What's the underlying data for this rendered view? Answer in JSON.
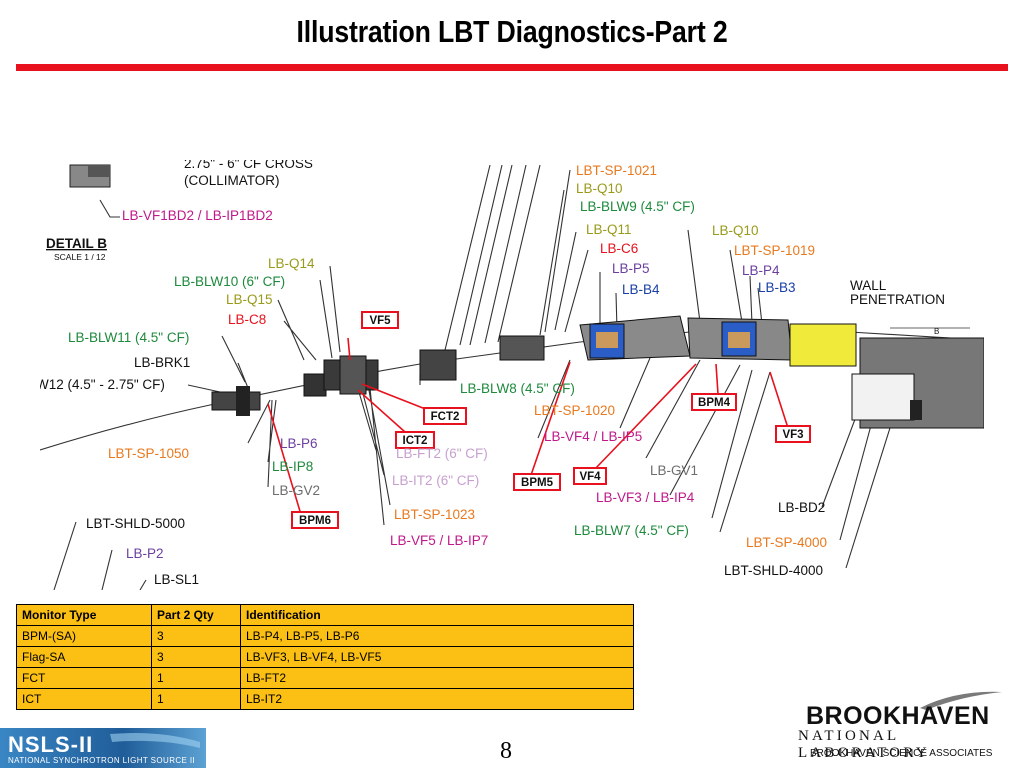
{
  "slide": {
    "title": "Illustration LBT Diagnostics-Part 2",
    "page_number": "8",
    "accent_color": "#e8111d",
    "table_color": "#fbc013"
  },
  "diagram": {
    "detail": {
      "cross_line1": "2.75\" - 6\" CF CROSS",
      "cross_line2": "(COLLIMATOR)",
      "vf1bd2": "LB-VF1BD2 / LB-IP1BD2",
      "detail_b": "DETAIL  B",
      "scale": "SCALE 1 / 12"
    },
    "labels": {
      "sp1021": "LBT-SP-1021",
      "q10_top": "LB-Q10",
      "blw9": "LB-BLW9 (4.5\" CF)",
      "q11": "LB-Q11",
      "c6": "LB-C6",
      "p5": "LB-P5",
      "b4": "LB-B4",
      "q10_right": "LB-Q10",
      "sp1019": "LBT-SP-1019",
      "p4": "LB-P4",
      "b3": "LB-B3",
      "wall1": "WALL",
      "wall2": "PENETRATION",
      "q14": "LB-Q14",
      "blw10": "LB-BLW10 (6\" CF)",
      "q15": "LB-Q15",
      "c8": "LB-C8",
      "blw11": "LB-BLW11 (4.5\" CF)",
      "brk1": "LB-BRK1",
      "w12": "W12 (4.5\" - 2.75\" CF)",
      "sp1050": "LBT-SP-1050",
      "p6": "LB-P6",
      "ip8": "LB-IP8",
      "gv2": "LB-GV2",
      "ft2": "LB-FT2 (6\" CF)",
      "it2": "LB-IT2 (6\" CF)",
      "sp1023": "LBT-SP-1023",
      "vf5ip7": "LB-VF5 / LB-IP7",
      "blw8": "LB-BLW8 (4.5\" CF)",
      "sp1020": "LBT-SP-1020",
      "vf4ip5": "LB-VF4 / LB-IP5",
      "gv1": "LB-GV1",
      "vf3ip4": "LB-VF3 / LB-IP4",
      "blw7": "LB-BLW7 (4.5\" CF)",
      "bd2": "LB-BD2",
      "sp4000": "LBT-SP-4000",
      "shld4000": "LBT-SHLD-4000",
      "shld5000": "LBT-SHLD-5000",
      "p2": "LB-P2",
      "sl1": "LB-SL1",
      "b_mark": "B"
    },
    "callouts": {
      "vf5": "VF5",
      "fct2": "FCT2",
      "ict2": "ICT2",
      "bpm6": "BPM6",
      "bpm5": "BPM5",
      "vf4": "VF4",
      "bpm4": "BPM4",
      "vf3": "VF3"
    },
    "colors": {
      "orange": "#e8791e",
      "green": "#1d8a3c",
      "olive": "#9a9a1a",
      "purple": "#6b3fa0",
      "red": "#e8111d",
      "blue": "#1a3fa6",
      "magenta": "#c0188a",
      "gray": "#6d6d6d",
      "yellow_block": "#f0ea3a"
    }
  },
  "table": {
    "headers": [
      "Monitor Type",
      "Part 2 Qty",
      "Identification"
    ],
    "rows": [
      [
        "BPM-(SA)",
        "3",
        "LB-P4, LB-P5, LB-P6"
      ],
      [
        "Flag-SA",
        "3",
        "LB-VF3, LB-VF4, LB-VF5"
      ],
      [
        "FCT",
        "1",
        "LB-FT2"
      ],
      [
        "ICT",
        "1",
        "LB-IT2"
      ]
    ]
  },
  "footer": {
    "nsls_logo": "NSLS-II",
    "nsls_tagline": "NATIONAL SYNCHROTRON LIGHT SOURCE II",
    "bnl_name": "BROOKHAVEN",
    "bnl_sub": "NATIONAL LABORATORY",
    "bnl_assoc": "BROOKHAVEN SCIENCE ASSOCIATES"
  }
}
